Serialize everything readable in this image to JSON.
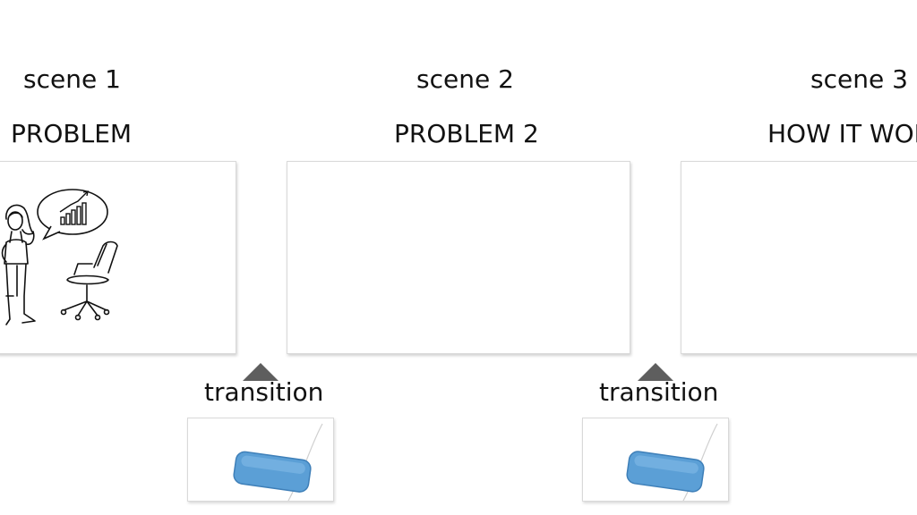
{
  "scenes": [
    {
      "label": "scene 1",
      "title": "PROBLEM"
    },
    {
      "label": "scene 2",
      "title": "PROBLEM 2"
    },
    {
      "label": "scene 3",
      "title": "HOW IT WORK"
    }
  ],
  "transitions": [
    {
      "label": "transition",
      "icon": "eraser-icon"
    },
    {
      "label": "transition",
      "icon": "eraser-icon"
    }
  ],
  "colors": {
    "eraser": "#5b9fd6",
    "triangle": "#5e5e5e",
    "panel_border": "#d9d9d9"
  },
  "scene1_icons": [
    "woman-figure-icon",
    "speech-bubble-icon",
    "growth-chart-icon",
    "office-chair-icon"
  ]
}
